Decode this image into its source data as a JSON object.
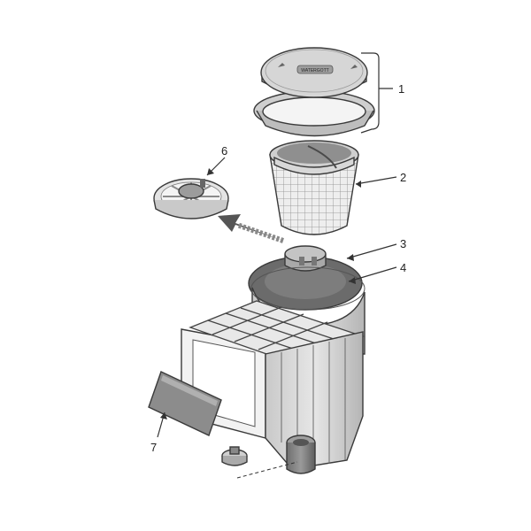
{
  "lid_logo": "WATERGOTT",
  "callouts": [
    {
      "number": "1"
    },
    {
      "number": "2"
    },
    {
      "number": "3"
    },
    {
      "number": "4"
    },
    {
      "number": "6"
    },
    {
      "number": "7"
    }
  ],
  "colors": {
    "part_light": "#d9d9d9",
    "part_mid": "#b9b9b9",
    "part_dark": "#8c8c8c",
    "outline": "#3a3a3a",
    "arrow": "#666666"
  }
}
